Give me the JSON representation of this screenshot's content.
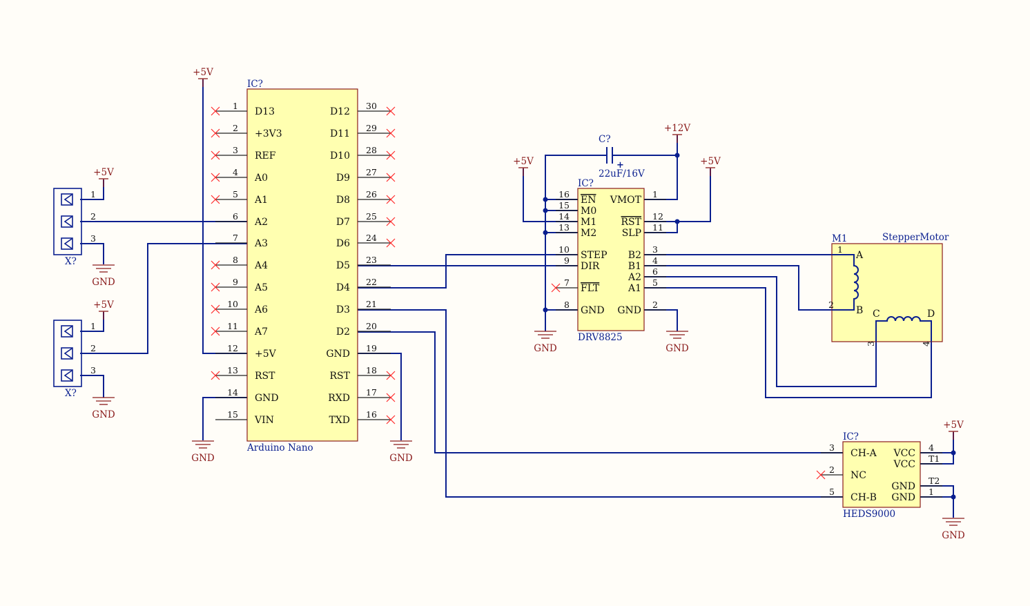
{
  "nano": {
    "designator": "IC?",
    "name": "Arduino Nano",
    "left_pins": [
      {
        "num": "1",
        "name": "D13",
        "nc": true
      },
      {
        "num": "2",
        "name": "+3V3",
        "nc": true
      },
      {
        "num": "3",
        "name": "REF",
        "nc": true
      },
      {
        "num": "4",
        "name": "A0",
        "nc": true
      },
      {
        "num": "5",
        "name": "A1",
        "nc": true
      },
      {
        "num": "6",
        "name": "A2",
        "nc": false
      },
      {
        "num": "7",
        "name": "A3",
        "nc": false
      },
      {
        "num": "8",
        "name": "A4",
        "nc": true
      },
      {
        "num": "9",
        "name": "A5",
        "nc": true
      },
      {
        "num": "10",
        "name": "A6",
        "nc": true
      },
      {
        "num": "11",
        "name": "A7",
        "nc": true
      },
      {
        "num": "12",
        "name": "+5V",
        "nc": false
      },
      {
        "num": "13",
        "name": "RST",
        "nc": true
      },
      {
        "num": "14",
        "name": "GND",
        "nc": false
      },
      {
        "num": "15",
        "name": "VIN",
        "nc": false
      }
    ],
    "right_pins": [
      {
        "num": "30",
        "name": "D12",
        "nc": true
      },
      {
        "num": "29",
        "name": "D11",
        "nc": true
      },
      {
        "num": "28",
        "name": "D10",
        "nc": true
      },
      {
        "num": "27",
        "name": "D9",
        "nc": true
      },
      {
        "num": "26",
        "name": "D8",
        "nc": true
      },
      {
        "num": "25",
        "name": "D7",
        "nc": true
      },
      {
        "num": "24",
        "name": "D6",
        "nc": true
      },
      {
        "num": "23",
        "name": "D5",
        "nc": false
      },
      {
        "num": "22",
        "name": "D4",
        "nc": false
      },
      {
        "num": "21",
        "name": "D3",
        "nc": false
      },
      {
        "num": "20",
        "name": "D2",
        "nc": false
      },
      {
        "num": "19",
        "name": "GND",
        "nc": false
      },
      {
        "num": "18",
        "name": "RST",
        "nc": true
      },
      {
        "num": "17",
        "name": "RXD",
        "nc": true
      },
      {
        "num": "16",
        "name": "TXD",
        "nc": true
      }
    ]
  },
  "drv": {
    "designator": "IC?",
    "name": "DRV8825",
    "left_pins": [
      {
        "num": "16",
        "name": "EN",
        "overline": true
      },
      {
        "num": "15",
        "name": "M0",
        "overline": false
      },
      {
        "num": "14",
        "name": "M1",
        "overline": false
      },
      {
        "num": "13",
        "name": "M2",
        "overline": false
      },
      {
        "num": "10",
        "name": "STEP",
        "overline": false
      },
      {
        "num": "9",
        "name": "DIR",
        "overline": false
      },
      {
        "num": "7",
        "name": "FLT",
        "overline": true
      },
      {
        "num": "8",
        "name": "GND",
        "overline": false
      }
    ],
    "right_pins": [
      {
        "num": "1",
        "name": "VMOT",
        "overline": false
      },
      {
        "num": "12",
        "name": "RST",
        "overline": true
      },
      {
        "num": "11",
        "name": "SLP",
        "overline": false
      },
      {
        "num": "3",
        "name": "B2",
        "overline": false
      },
      {
        "num": "4",
        "name": "B1",
        "overline": false
      },
      {
        "num": "6",
        "name": "A2",
        "overline": false
      },
      {
        "num": "5",
        "name": "A1",
        "overline": false
      },
      {
        "num": "2",
        "name": "GND",
        "overline": false
      }
    ]
  },
  "capacitor": {
    "designator": "C?",
    "value": "22uF/16V",
    "polarity": "+"
  },
  "motor": {
    "designator": "M1",
    "name": "StepperMotor",
    "coil_labels": [
      "A",
      "B",
      "C",
      "D"
    ],
    "pin_numbers": [
      "1",
      "2",
      "3",
      "4"
    ]
  },
  "encoder": {
    "designator": "IC?",
    "name": "HEDS9000",
    "left_pins": [
      {
        "num": "3",
        "name": "CH-A"
      },
      {
        "num": "2",
        "name": "NC"
      },
      {
        "num": "5",
        "name": "CH-B"
      }
    ],
    "right_pins": [
      {
        "num": "4",
        "name": "VCC"
      },
      {
        "num": "T1",
        "name": "VCC"
      },
      {
        "num": "T2",
        "name": "GND"
      },
      {
        "num": "1",
        "name": "GND"
      }
    ]
  },
  "connectors": [
    {
      "designator": "X?",
      "pins": [
        "1",
        "2",
        "3"
      ]
    },
    {
      "designator": "X?",
      "pins": [
        "1",
        "2",
        "3"
      ]
    }
  ],
  "power": {
    "v5": "+5V",
    "v12": "+12V",
    "gnd": "GND"
  },
  "colors": {
    "wire": "#0a1f8f",
    "part_fill": "#ffffb0",
    "part_border": "#8a1c1c",
    "power": "#8a1c1c",
    "no_connect": "#ff2a2a"
  }
}
